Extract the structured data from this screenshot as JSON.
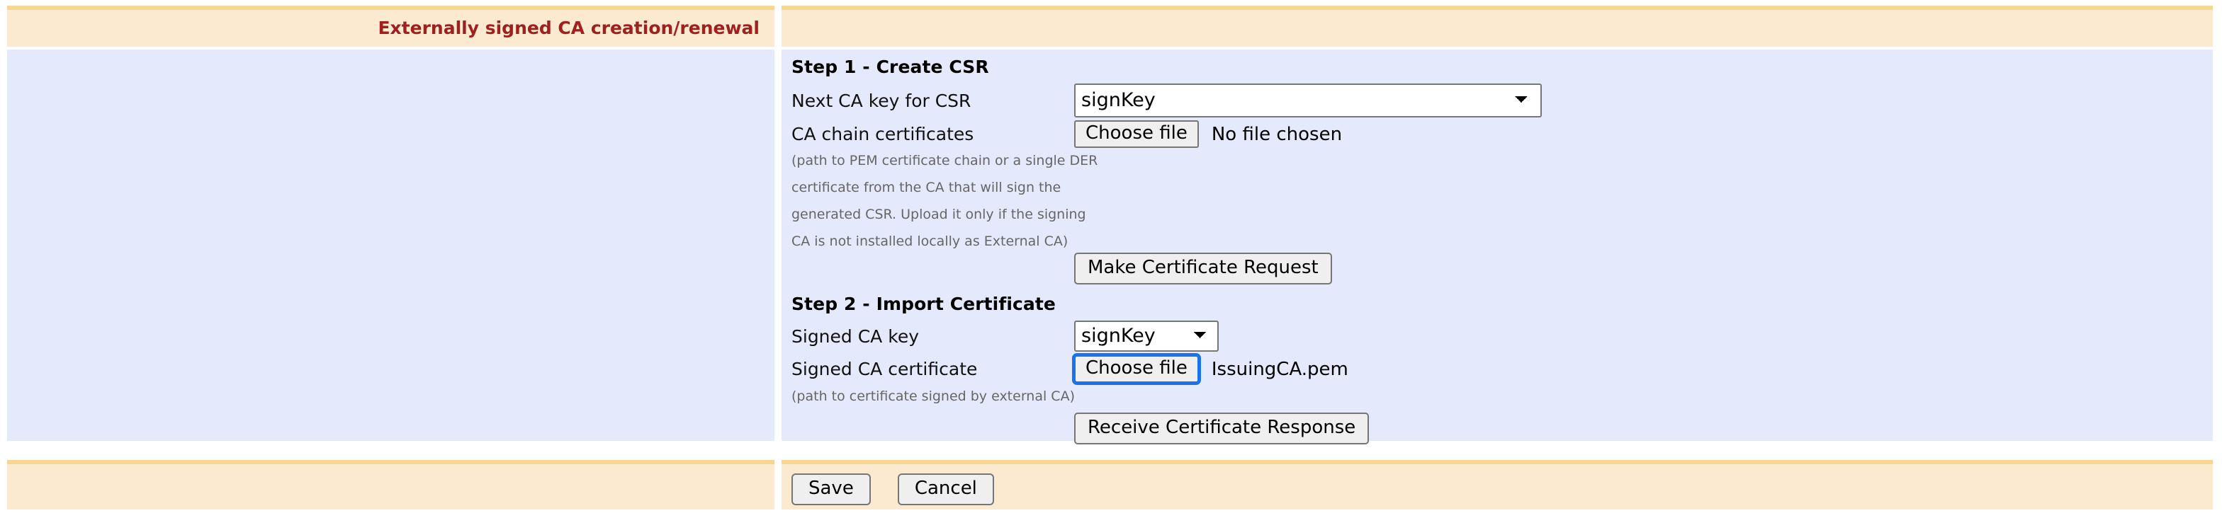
{
  "header": {
    "title": "Externally signed CA creation/renewal"
  },
  "form": {
    "step1": {
      "heading": "Step 1 - Create CSR",
      "next_ca_key": {
        "label": "Next CA key for CSR",
        "value": "signKey",
        "options": [
          "signKey"
        ]
      },
      "ca_chain": {
        "label": "CA chain certificates",
        "button": "Choose file",
        "file_status": "No file chosen",
        "hint_lines": [
          "(path to PEM certificate chain or a single DER",
          "certificate from the CA that will sign the",
          "generated CSR. Upload it only if the signing",
          "CA is not installed locally as External CA)"
        ]
      },
      "submit": "Make Certificate Request"
    },
    "step2": {
      "heading": "Step 2 - Import Certificate",
      "signed_ca_key": {
        "label": "Signed CA key",
        "value": "signKey",
        "options": [
          "signKey"
        ]
      },
      "signed_ca_cert": {
        "label": "Signed CA certificate",
        "button": "Choose file",
        "file_status": "IssuingCA.pem",
        "hint": "(path to certificate signed by external CA)"
      },
      "submit": "Receive Certificate Response"
    }
  },
  "footer": {
    "save": "Save",
    "cancel": "Cancel"
  },
  "colors": {
    "header_band": "#fbead0",
    "header_border": "#f7d78f",
    "header_text": "#a02020",
    "body_band": "#e4e9fb",
    "focus_ring": "#1a73e8",
    "hint_text": "#666666"
  }
}
